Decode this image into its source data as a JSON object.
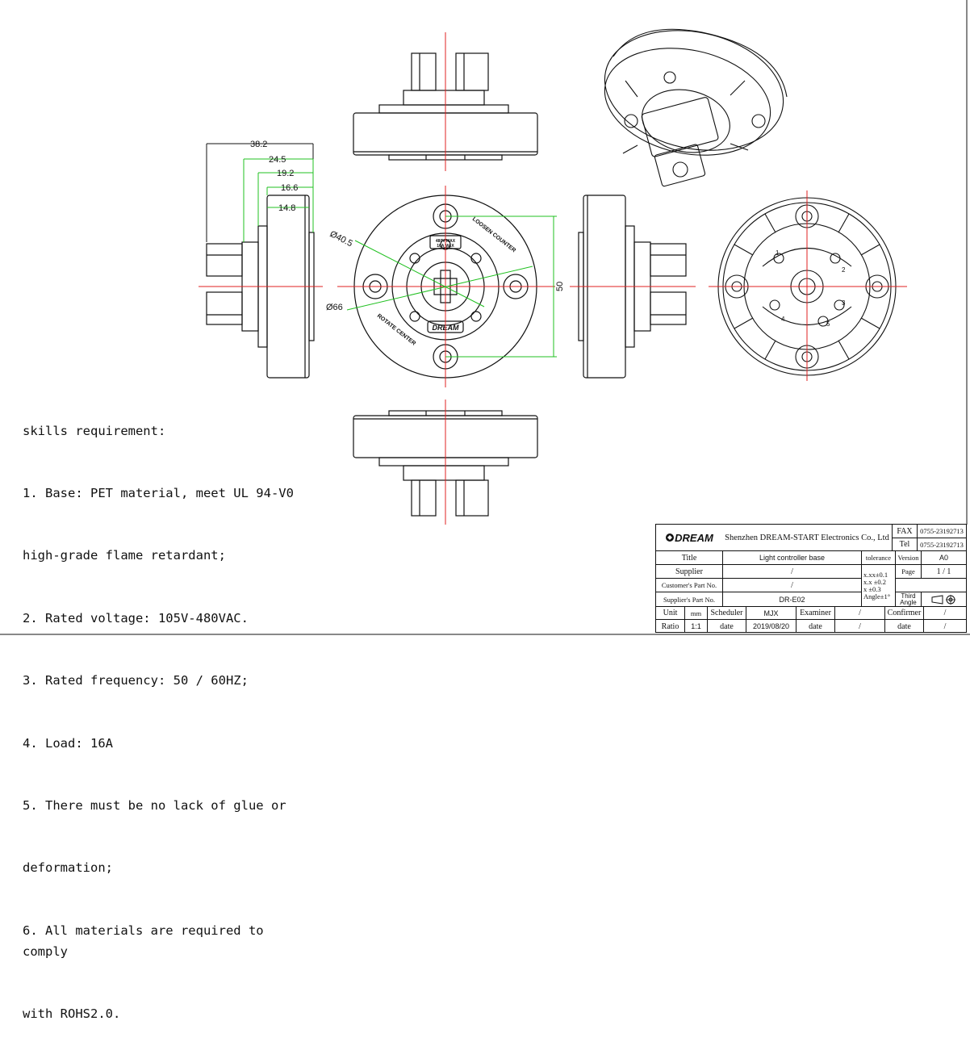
{
  "dimensions": {
    "w38_2": "38.2",
    "w24_5": "24.5",
    "w19_2": "19.2",
    "w16_6": "16.6",
    "w14_8": "14.8",
    "d40_5": "Ø40.5",
    "d66": "Ø66",
    "h50": "50"
  },
  "part_marks": {
    "loosen": "LOOSEN COUNTER",
    "rotate": "ROTATE CENTER",
    "rating1": "480V MAX",
    "rating2": "16A MAX",
    "brand": "DREAM",
    "n1": "1",
    "n2": "2",
    "n3": "3",
    "n4": "4",
    "n5": "5"
  },
  "requirements": {
    "heading": "skills requirement:",
    "lines": [
      "1. Base: PET material, meet UL 94-V0",
      "high-grade flame retardant;",
      "2. Rated voltage: 105V-480VAC.",
      "3. Rated frequency: 50 / 60HZ;",
      "4. Load: 16A",
      "5. There must be no lack of glue or",
      "deformation;",
      "6. All materials are required to comply",
      "with ROHS2.0."
    ]
  },
  "title_block": {
    "logo": "DREAM",
    "company": "Shenzhen DREAM-START Electronics Co., Ltd",
    "fax_label": "FAX",
    "fax": "0755-23192713",
    "tel_label": "Tel",
    "tel": "0755-23192713",
    "title_label": "Title",
    "title_value": "Light controller base",
    "tolerance_label": "tolerance",
    "version_label": "Version",
    "version_value": "A0",
    "supplier_label": "Supplier",
    "supplier_value": "/",
    "tol_xxx": "x.xx±0.1",
    "tol_xx": "x.x  ±0.2",
    "tol_x": "x    ±0.3",
    "tol_angle": "Angle±1°",
    "page_label": "Page",
    "page_value": "1 / 1",
    "cust_part_label": "Customer's Part No.",
    "cust_part_value": "/",
    "supp_part_label": "Supplier's Part No.",
    "supp_part_value": "DR-E02",
    "third_angle_1": "Third",
    "third_angle_2": "Angle",
    "unit_label": "Unit",
    "unit_value": "mm",
    "scheduler_label": "Scheduler",
    "scheduler_value": "MJX",
    "examiner_label": "Examiner",
    "examiner_value": "/",
    "confirmer_label": "Confirmer",
    "confirmer_value": "/",
    "ratio_label": "Ratio",
    "ratio_value": "1:1",
    "date_label_1": "date",
    "date_value_1": "2019/08/20",
    "date_label_2": "date",
    "date_value_2": "/",
    "date_label_3": "date",
    "date_value_3": "/"
  },
  "colors": {
    "line": "#111111",
    "center": "#e02020",
    "dimension": "#20c020"
  }
}
